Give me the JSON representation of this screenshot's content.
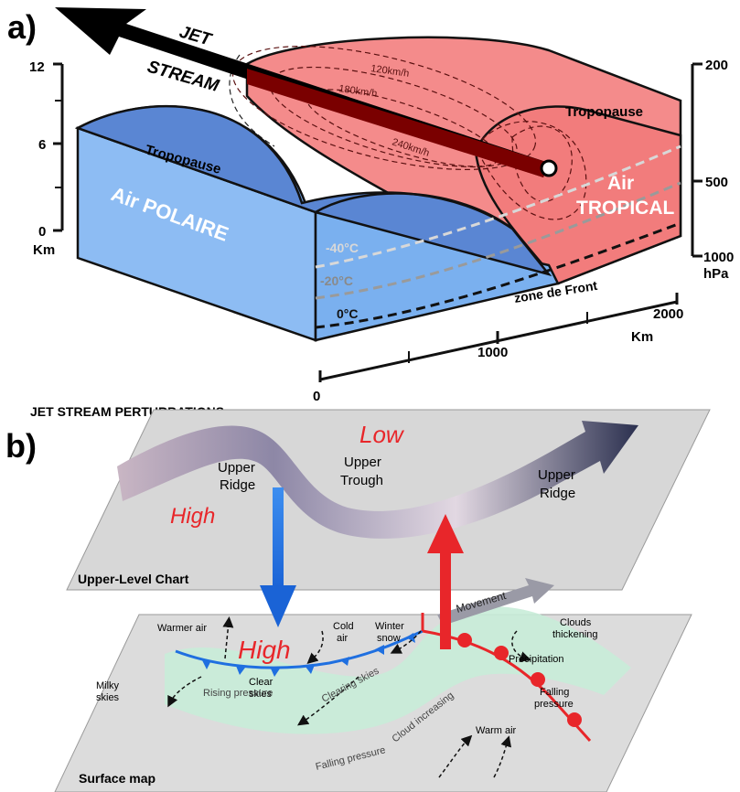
{
  "panel_a": {
    "label": "a)",
    "jet_label_1": "JET",
    "jet_label_2": "STREAM",
    "left_axis": {
      "unit": "Km",
      "ticks": [
        "12",
        "6",
        "0"
      ]
    },
    "right_axis": {
      "unit": "hPa",
      "ticks": [
        "200",
        "500",
        "1000"
      ]
    },
    "bottom_axis": {
      "unit": "Km",
      "ticks": [
        "0",
        "1000",
        "2000"
      ]
    },
    "wind_speeds": [
      "120km/h",
      "180km/h",
      "240km/h"
    ],
    "tropopause_left": "Tropopause",
    "tropopause_right": "Tropopause",
    "air_polar": "Air POLAIRE",
    "air_tropical_1": "Air",
    "air_tropical_2": "TROPICAL",
    "isotherms": [
      "-40°C",
      "-20°C",
      "0°C"
    ],
    "front_zone": "zone de Front",
    "colors": {
      "polar": "#6a9ee6",
      "tropical": "#f08080",
      "jet": "#000000"
    }
  },
  "panel_b": {
    "label": "b)",
    "title": "JET STREAM PERTURBATIONS",
    "upper_chart": {
      "caption": "Upper-Level Chart",
      "low": "Low",
      "high": "High",
      "ridge_left_1": "Upper",
      "ridge_left_2": "Ridge",
      "trough_1": "Upper",
      "trough_2": "Trough",
      "ridge_right_1": "Upper",
      "ridge_right_2": "Ridge"
    },
    "surface_map": {
      "caption": "Surface map",
      "high": "High",
      "warmer_air": "Warmer air",
      "cold_air_1": "Cold",
      "cold_air_2": "air",
      "clear_skies_1": "Clear",
      "clear_skies_2": "skies",
      "milky_skies_1": "Milky",
      "milky_skies_2": "skies",
      "rising_pressure": "Rising pressure",
      "clearing_skies": "Clearing skies",
      "winter_snow_1": "Winter",
      "winter_snow_2": "snow",
      "movement": "Movement",
      "clouds_thickening_1": "Clouds",
      "clouds_thickening_2": "thickening",
      "precipitation": "Precipitation",
      "falling_pressure_right_1": "Falling",
      "falling_pressure_right_2": "pressure",
      "falling_pressure": "Falling pressure",
      "cloud_increasing": "Cloud increasing",
      "warm_air": "Warm air"
    },
    "colors": {
      "high": "#e8262a",
      "low": "#e8262a",
      "cold_front": "#1f6fe0",
      "warm_front": "#e8262a",
      "jet_band": "#2f3552"
    }
  }
}
